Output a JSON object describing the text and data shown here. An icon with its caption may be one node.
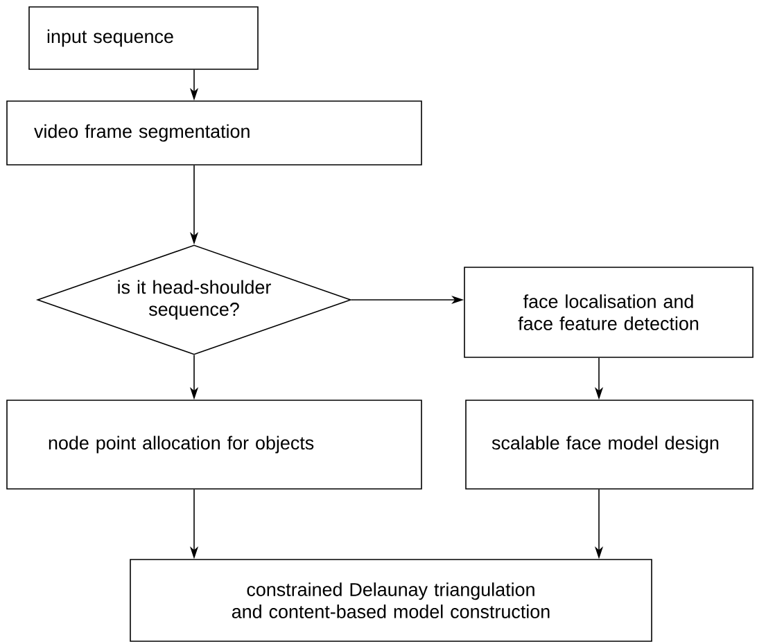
{
  "diagram": {
    "nodes": [
      {
        "text": [
          "input sequence"
        ]
      },
      {
        "text": [
          "video frame segmentation"
        ]
      },
      {
        "text": [
          "is it head-shoulder sequence?"
        ]
      },
      {
        "text": [
          "face localisation and face feature detection"
        ]
      },
      {
        "text": [
          "node point allocation for objects"
        ]
      },
      {
        "text": [
          "scalable face model design"
        ]
      },
      {
        "text": [
          "constrained Delaunay triangulation and content-based model construction"
        ]
      }
    ],
    "edges": [
      {
        "from": 0,
        "to": 1,
        "arrow": "to"
      },
      {
        "from": 1,
        "to": 2,
        "arrow": "to"
      },
      {
        "from": 2,
        "to": 3,
        "arrow": "to"
      },
      {
        "from": 2,
        "to": 4,
        "arrow": "to"
      },
      {
        "from": 3,
        "to": 5,
        "arrow": "to"
      },
      {
        "from": 4,
        "to": 6,
        "arrow": "to"
      },
      {
        "from": 5,
        "to": 6,
        "arrow": "to"
      }
    ]
  }
}
